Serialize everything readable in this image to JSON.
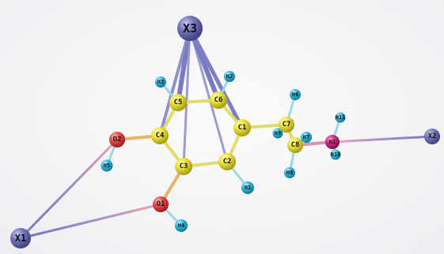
{
  "molecule": {
    "colors": {
      "carbon": "#e8e23a",
      "oxygen": "#e8484a",
      "hydrogen": "#2ab6dc",
      "nitrogen": "#c8287a",
      "dummy": "#6f6fb4",
      "bond_cc": "#e3df6f",
      "bond_x": "#7878c0",
      "bond_pink": "#f09aa4"
    },
    "atoms": {
      "X3": "X3",
      "X1": "X1",
      "X2": "X2",
      "C1": "C1",
      "C2": "C2",
      "C3": "C3",
      "C4": "C4",
      "C5": "C5",
      "C6": "C6",
      "C7": "C7",
      "C8": "C8",
      "O1": "O1",
      "O2": "O2",
      "N1": "N1",
      "H1": "H1",
      "H2": "H2",
      "H3": "H3",
      "H4": "H4",
      "H5": "H5",
      "H6": "H6",
      "H7": "H7",
      "H8": "H8",
      "H9": "H9",
      "H10": "H10",
      "H11": "H11"
    }
  }
}
